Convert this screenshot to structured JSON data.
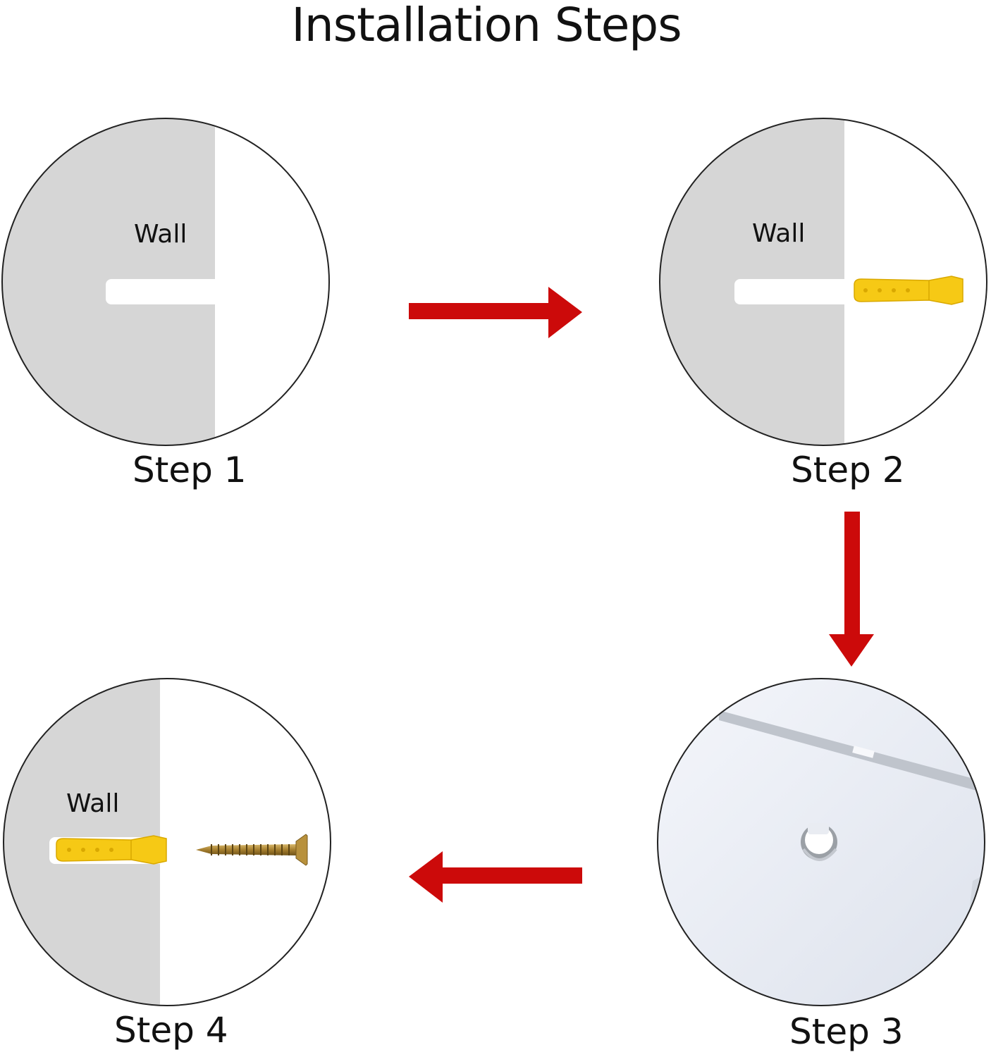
{
  "title": "Installation Steps",
  "wall_label": "Wall",
  "steps": [
    {
      "label": "Step 1"
    },
    {
      "label": "Step 2"
    },
    {
      "label": "Step 3"
    },
    {
      "label": "Step 4"
    }
  ],
  "colors": {
    "wall": "#d6d6d6",
    "arrow": "#cc0a0a",
    "anchor": "#f6c915",
    "screw": "#b08a3a",
    "panel": "#e6e9f1",
    "outline": "#222222"
  }
}
